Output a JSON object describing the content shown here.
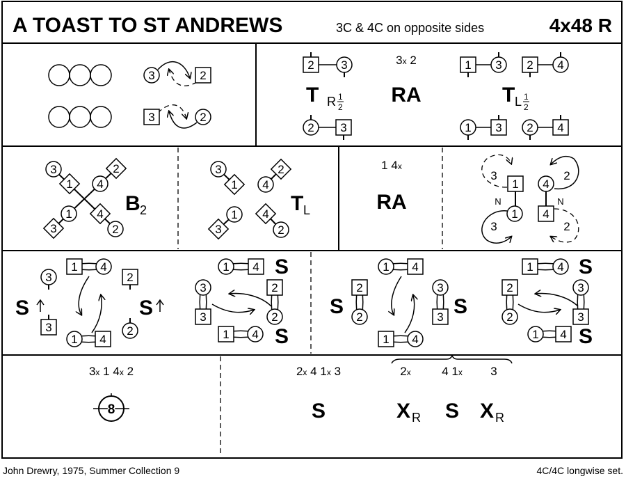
{
  "header": {
    "title": "A TOAST TO ST ANDREWS",
    "formation": "3C & 4C on opposite sides",
    "type": "4x48 R"
  },
  "footer": {
    "credit": "John Drewry, 1975, Summer Collection 9",
    "set": "4C/4C longwise set."
  },
  "row1": {
    "tr_label": "T",
    "tr_sub": "R",
    "tr_frac_num": "1",
    "tr_frac_den": "2",
    "crib": "3x 2",
    "ra": "RA",
    "tl_label": "T",
    "tl_sub": "L",
    "tl_frac_num": "1",
    "tl_frac_den": "2"
  },
  "row2": {
    "b_label": "B",
    "b_sub": "2",
    "t_label": "T",
    "t_sub": "L",
    "crib": "1 4x",
    "ra": "RA",
    "loop_labels": [
      "3",
      "3",
      "2",
      "2"
    ],
    "nearer": [
      "N",
      "N"
    ]
  },
  "row3": {
    "s_up_1": "S",
    "s_up_2": "S",
    "s_labels": [
      "S",
      "S",
      "S",
      "S",
      "S",
      "S"
    ]
  },
  "row4": {
    "crib_left": "3x 1 4x 2",
    "circle_number": "8",
    "crib_mid": "2x 4 1x 3",
    "crib_brace": [
      "2x",
      "4 1x",
      "3"
    ],
    "s_mid": "S",
    "x1": "X",
    "x1_sub": "R",
    "s2": "S",
    "x2": "X",
    "x2_sub": "R"
  },
  "dancers": {
    "r1a": [
      "3",
      "2",
      "3",
      "2"
    ],
    "r1b": [
      "2",
      "3",
      "2",
      "3",
      "1",
      "3",
      "2",
      "4",
      "1",
      "3",
      "2",
      "4"
    ],
    "r2a": [
      "3",
      "1",
      "4",
      "2",
      "1",
      "3",
      "4",
      "2"
    ],
    "r2b": [
      "3",
      "1",
      "4",
      "2",
      "1",
      "3",
      "4",
      "2"
    ],
    "r2c": [
      "1",
      "1",
      "4",
      "4"
    ],
    "r3a": [
      "1",
      "4",
      "3",
      "2",
      "3",
      "2",
      "1",
      "4"
    ],
    "r3b": [
      "1",
      "4",
      "3",
      "3",
      "2",
      "2",
      "1",
      "4"
    ],
    "r3c": [
      "1",
      "4",
      "2",
      "2",
      "3",
      "3",
      "1",
      "4"
    ],
    "r3d": [
      "1",
      "4",
      "2",
      "2",
      "3",
      "3",
      "1",
      "4"
    ]
  }
}
